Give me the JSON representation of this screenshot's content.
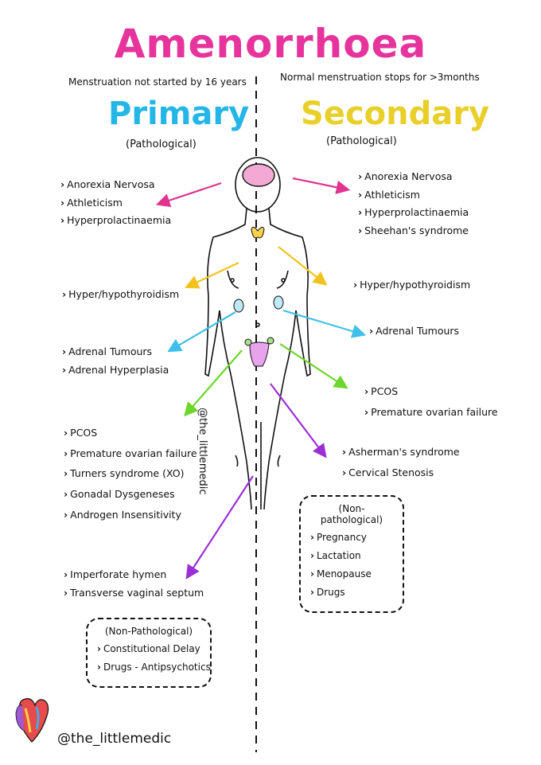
{
  "title": "Amenorrhoea",
  "colors": {
    "title": "#e6349c",
    "primary": "#25b6e8",
    "secondary": "#f2dc3a",
    "pink": "#e0348f",
    "yellow": "#f2c21c",
    "cyan": "#3fc0e8",
    "green": "#6dd62a",
    "purple": "#9b2ed6"
  },
  "primary": {
    "definition": "Menstruation not started by 16 years",
    "heading": "Primary",
    "note": "(Pathological)",
    "groups": {
      "hypothalamic": [
        "Anorexia Nervosa",
        "Athleticism",
        "Hyperprolactinaemia"
      ],
      "thyroid": [
        "Hyper/hypothyroidism"
      ],
      "adrenal": [
        "Adrenal Tumours",
        "Adrenal Hyperplasia"
      ],
      "ovarian": [
        "PCOS",
        "Premature ovarian failure",
        "Turners syndrome (XO)",
        "Gonadal Dysgeneses",
        "Androgen Insensitivity"
      ],
      "outflow": [
        "Imperforate hymen",
        "Transverse vaginal septum"
      ]
    },
    "non_pathological": {
      "title": "(Non-Pathological)",
      "items": [
        "Constitutional Delay",
        "Drugs - Antipsychotics"
      ]
    }
  },
  "secondary": {
    "definition": "Normal menstruation stops for >3months",
    "heading": "Secondary",
    "note": "(Pathological)",
    "groups": {
      "hypothalamic": [
        "Anorexia Nervosa",
        "Athleticism",
        "Hyperprolactinaemia",
        "Sheehan's syndrome"
      ],
      "thyroid": [
        "Hyper/hypothyroidism"
      ],
      "adrenal": [
        "Adrenal Tumours"
      ],
      "ovarian": [
        "PCOS",
        "Premature ovarian failure"
      ],
      "uterine": [
        "Asherman's syndrome",
        "Cervical Stenosis"
      ]
    },
    "non_pathological": {
      "title": "(Non-pathological)",
      "items": [
        "Pregnancy",
        "Lactation",
        "Menopause",
        "Drugs"
      ]
    }
  },
  "watermark": "@the_littlemedic",
  "footer_handle": "@the_littlemedic"
}
